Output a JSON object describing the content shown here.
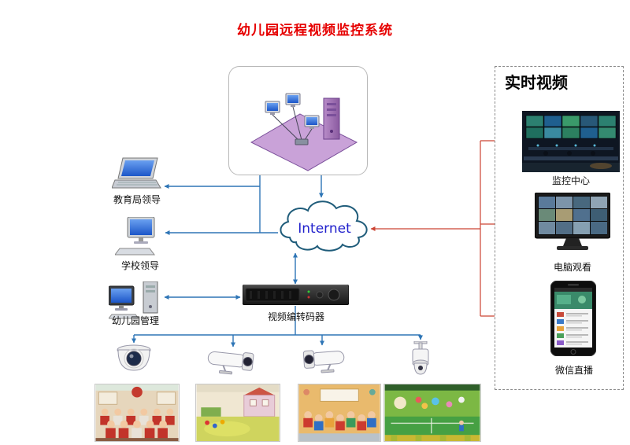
{
  "title": "幼儿园远程视频监控系统",
  "internet": {
    "label": "Internet"
  },
  "left_nodes": [
    {
      "label": "教育局领导"
    },
    {
      "label": "学校领导"
    },
    {
      "label": "幼儿园管理"
    }
  ],
  "transcoder": {
    "label": "视频编转码器"
  },
  "realtime_panel": {
    "title": "实时视频",
    "items": [
      {
        "label": "监控中心"
      },
      {
        "label": "电脑观看"
      },
      {
        "label": "微信直播"
      }
    ]
  },
  "colors": {
    "title": "#e60000",
    "blue_line": "#2e75b6",
    "red_line": "#cc4433",
    "internet_text": "#2121cc"
  }
}
